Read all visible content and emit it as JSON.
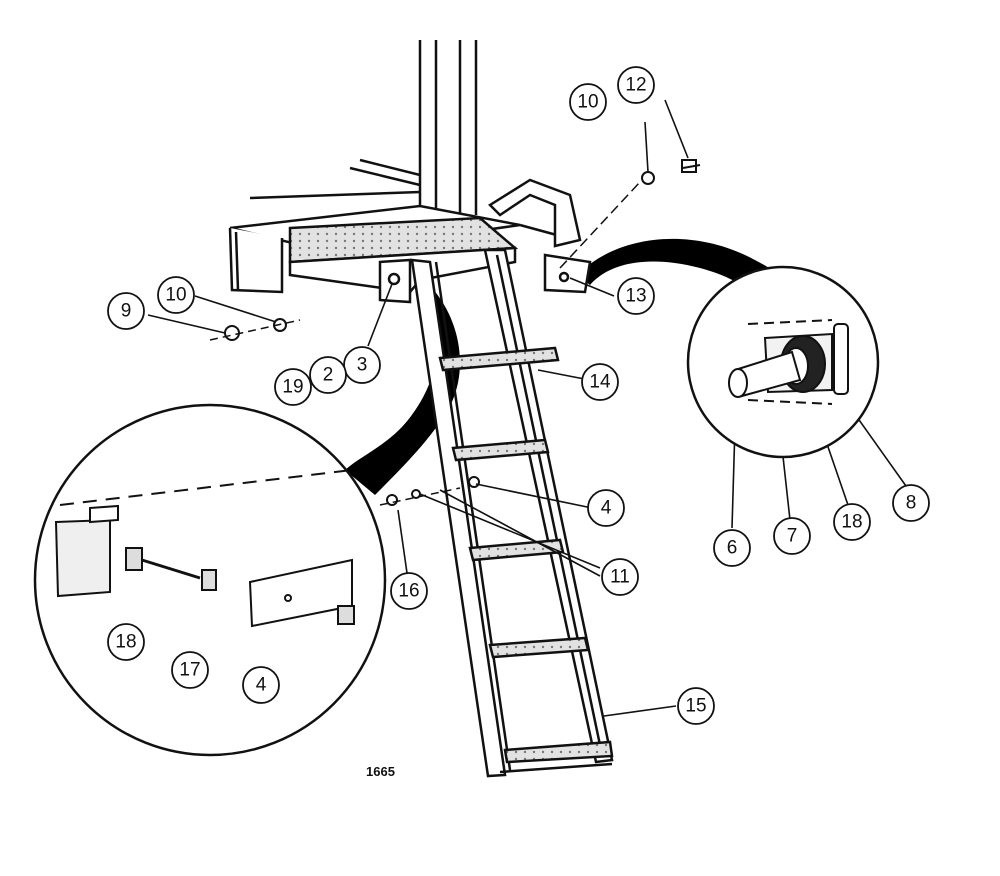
{
  "figure_number": "1665",
  "callouts": [
    {
      "id": "c-10-top",
      "text": "10"
    },
    {
      "id": "c-12",
      "text": "12"
    },
    {
      "id": "c-13",
      "text": "13"
    },
    {
      "id": "c-9",
      "text": "9"
    },
    {
      "id": "c-10-left",
      "text": "10"
    },
    {
      "id": "c-3",
      "text": "3"
    },
    {
      "id": "c-2",
      "text": "2"
    },
    {
      "id": "c-19",
      "text": "19"
    },
    {
      "id": "c-14",
      "text": "14"
    },
    {
      "id": "c-4-main",
      "text": "4"
    },
    {
      "id": "c-11",
      "text": "11"
    },
    {
      "id": "c-16",
      "text": "16"
    },
    {
      "id": "c-15",
      "text": "15"
    },
    {
      "id": "c-18-left",
      "text": "18"
    },
    {
      "id": "c-17",
      "text": "17"
    },
    {
      "id": "c-4-left",
      "text": "4"
    },
    {
      "id": "c-6",
      "text": "6"
    },
    {
      "id": "c-7",
      "text": "7"
    },
    {
      "id": "c-18-right",
      "text": "18"
    },
    {
      "id": "c-8",
      "text": "8"
    }
  ],
  "colors": {
    "ink": "#111111",
    "paper": "#ffffff",
    "tread": "#d8d8d8",
    "band": "#000000"
  }
}
